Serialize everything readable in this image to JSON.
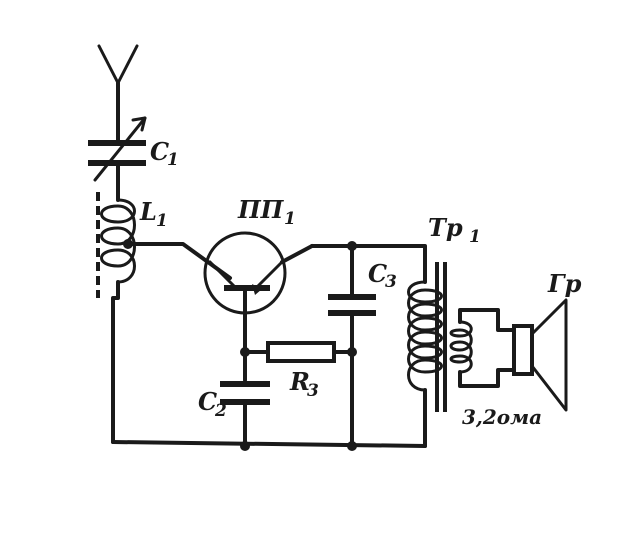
{
  "labels": {
    "c1": "C",
    "c1_sub": "1",
    "l1": "L",
    "l1_sub": "1",
    "pp1": "ПП",
    "pp1_sub": "1",
    "tr1": "Тр",
    "tr1_sub": "1",
    "c3": "C",
    "c3_sub": "3",
    "gr": "Гр",
    "c2": "C",
    "c2_sub": "2",
    "r3": "R",
    "r3_sub": "3",
    "impedance": "3,2ома"
  }
}
